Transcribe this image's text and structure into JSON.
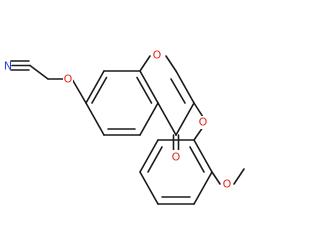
{
  "molecule": {
    "atoms": {
      "n1": {
        "label": "N",
        "color": "#2b3ff0"
      },
      "o_ether_left": {
        "label": "O",
        "color": "#e8251a"
      },
      "o_ring": {
        "label": "O",
        "color": "#e8251a"
      },
      "o_carbonyl": {
        "label": "O",
        "color": "#e8251a"
      },
      "o_aryl_ether": {
        "label": "O",
        "color": "#e8251a"
      },
      "o_methoxy": {
        "label": "O",
        "color": "#e8251a"
      }
    },
    "bond_color": "#1a1a1a"
  }
}
